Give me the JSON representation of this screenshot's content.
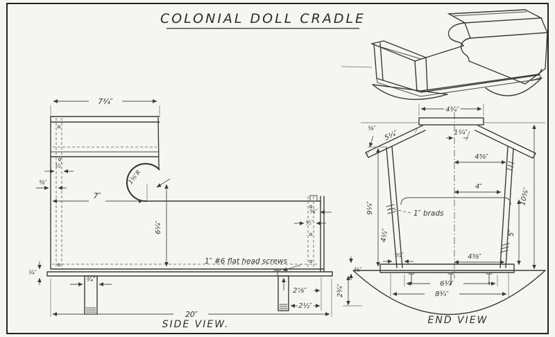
{
  "title": "COLONIAL DOLL CRADLE",
  "side": {
    "label": "SIDE VIEW.",
    "screw_note": "1″ #6 flat head screws",
    "dims": {
      "top_width": "7¾″",
      "board_half": "½″",
      "board_eighth": "⅜″",
      "hood_depth": "7″",
      "scroll_radius": "1⅜″R",
      "side_height": "6¼″",
      "right_eighth": "⅜″",
      "right_half": "½″",
      "leg_width": "¾″",
      "base_quarter": "¼″",
      "leg_rear": "2⅞″",
      "leg_front": "2½″",
      "length": "20″"
    }
  },
  "end": {
    "label": "END VIEW",
    "brad_note": "1″ brads",
    "dims": {
      "cap_width": "4¾″",
      "center_offset": "1¼″",
      "roof_length": "5¼″",
      "roof_thickness": "⅜″",
      "upper_width": "4⅜″",
      "mid_width": "4″",
      "total_height": "10⅜″",
      "left_height": "9¼″",
      "side_length": "4½″",
      "right_height": "5″",
      "bottom_width": "4⅜″",
      "side_half": "½″",
      "base_thickness": "⅜″",
      "rocker_height": "2¾″",
      "base_inner": "6¾″",
      "base_outer": "8¾″"
    }
  }
}
